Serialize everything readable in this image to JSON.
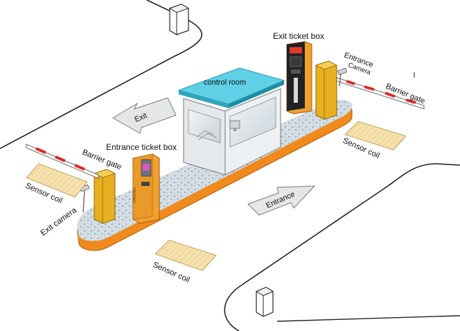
{
  "labels": {
    "exit_ticket_box": "Exit ticket box",
    "entrance_camera_line1": "Entrance",
    "entrance_camera_line2": "Camera",
    "barrier_gate_right": "Barrier gate",
    "control_room": "control room",
    "exit_arrow": "Exit",
    "sensor_coil_right": "Sensor coil",
    "entrance_ticket_box": "Entrance ticket box",
    "barrier_gate_left": "Barrier gate",
    "sensor_coil_left": "Sensor coil",
    "exit_camera": "Exit camera",
    "entrance_arrow": "Entrance",
    "sensor_coil_bottom": "Sensor coil"
  },
  "colors": {
    "island_edge": "#f08a1c",
    "island_surface": "#d2dde4",
    "roof": "#5fd0e6",
    "booth": "#e9ecef",
    "barrier_cabinet": "#e8b020",
    "ticket_box": "#f0a030",
    "arrow_fill": "#e4e6e8",
    "sensor_coil": "#f3dfaa",
    "curb_line": "#222222"
  }
}
